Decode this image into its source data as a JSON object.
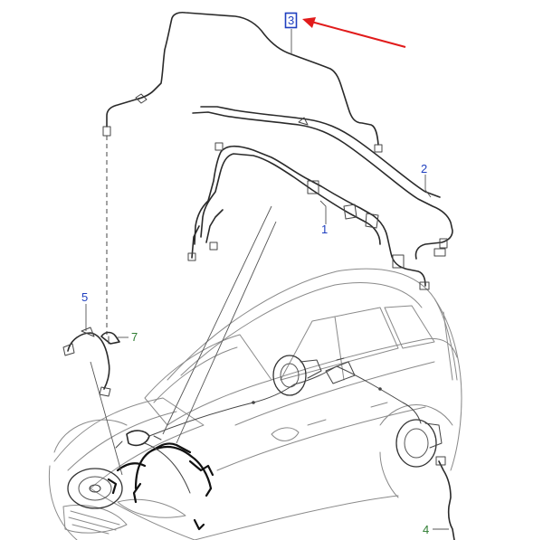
{
  "callouts": [
    {
      "id": "c1",
      "text": "1",
      "color": "#1f3fbf"
    },
    {
      "id": "c2",
      "text": "2",
      "color": "#1f3fbf"
    },
    {
      "id": "c3",
      "text": "3",
      "color": "#1f3fbf"
    },
    {
      "id": "c4",
      "text": "4",
      "color": "#2e7d32"
    },
    {
      "id": "c5",
      "text": "5",
      "color": "#1f3fbf"
    },
    {
      "id": "c7",
      "text": "7",
      "color": "#2e7d32"
    }
  ],
  "colors": {
    "arrow": "#e11b1b",
    "highlight_box": "#1f3fbf"
  }
}
